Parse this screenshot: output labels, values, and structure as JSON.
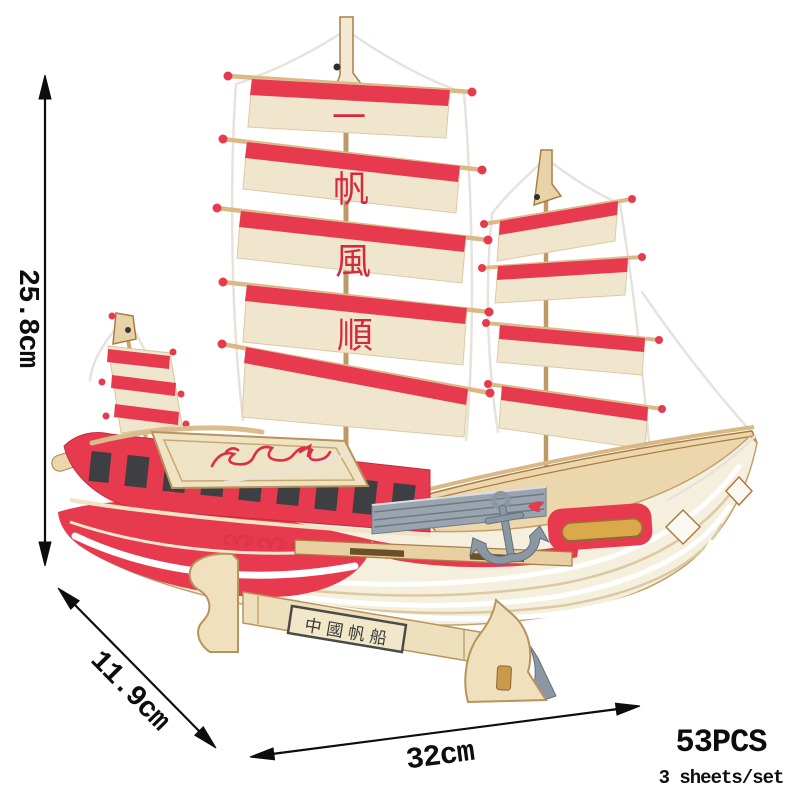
{
  "product": {
    "dimensions": {
      "height": "25.8cm",
      "depth": "11.9cm",
      "width": "32cm"
    },
    "piece_count": "53PCS",
    "sheet_info": "3 sheets/set",
    "sail_characters": [
      "一",
      "帆",
      "風",
      "順"
    ],
    "nameplate": "中國帆船"
  },
  "colors": {
    "accent_red": "#e73a4e",
    "character_red": "#d6293e",
    "sail_cream": "#f0e6cd",
    "wood_tan": "#e3c795",
    "wood_edge": "#a97d44",
    "gray_part": "#8b97a3",
    "gold": "#dba84a",
    "annotation_black": "#0d0d0d",
    "background": "#ffffff"
  }
}
